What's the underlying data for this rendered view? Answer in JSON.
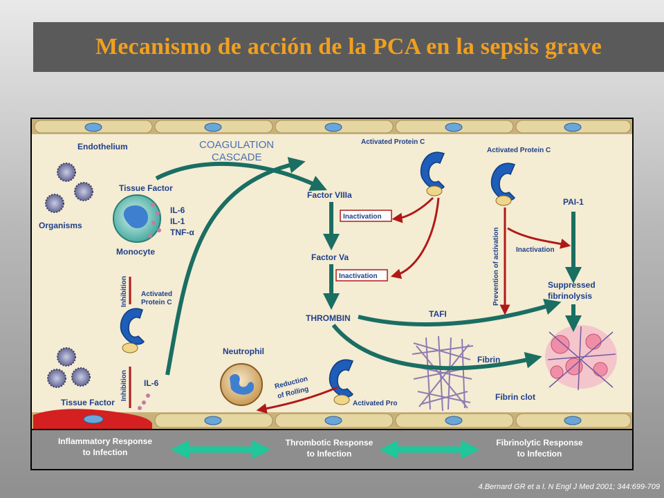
{
  "title": "Mecanismo de acción de la PCA en la sepsis grave",
  "citation": "4.Bernard GR et  a l. N Engl J Med 2001;  344:699-709",
  "diagram": {
    "endothelium": "Endothelium",
    "organisms": "Organisms",
    "tissue_factor_top": "Tissue Factor",
    "cytokine_il6": "IL-6",
    "cytokine_il1": "IL-1",
    "cytokine_tnf": "TNF-α",
    "monocyte": "Monocyte",
    "inhibition_upper": "Inhibition",
    "activated_pc_left_1": "Activated",
    "activated_pc_left_2": "Protein C",
    "inhibition_lower": "Inhibition",
    "il6_lower": "IL-6",
    "tissue_factor_bottom": "Tissue Factor",
    "cascade_1": "COAGULATION",
    "cascade_2": "CASCADE",
    "factor_viiia": "Factor VIIIa",
    "factor_va": "Factor Va",
    "thrombin": "THROMBIN",
    "inactivation_1": "Inactivation",
    "inactivation_2": "Inactivation",
    "activated_pc_top_center": "Activated Protein C",
    "activated_pc_top_right": "Activated Protein C",
    "prevention": "Prevention of activation",
    "inactivation_right": "Inactivation",
    "pai1": "PAI-1",
    "suppressed_1": "Suppressed",
    "suppressed_2": "fibrinolysis",
    "tafi": "TAFI",
    "fibrin": "Fibrin",
    "fibrin_clot": "Fibrin clot",
    "neutrophil": "Neutrophil",
    "reduction_1": "Reduction",
    "reduction_2": "of Rolling",
    "activated_pro_bottom": "Activated Pro",
    "response_inflammatory_1": "Inflammatory Response",
    "response_inflammatory_2": "to Infection",
    "response_thrombotic_1": "Thrombotic Response",
    "response_thrombotic_2": "to Infection",
    "response_fibrinolytic_1": "Fibrinolytic Response",
    "response_fibrinolytic_2": "to Infection"
  },
  "colors": {
    "title": "#f0a020",
    "label": "#1f3f8a",
    "green_arrow": "#1a6e62",
    "red_arrow": "#b01818",
    "teal_double_arrow": "#1fc79a"
  }
}
